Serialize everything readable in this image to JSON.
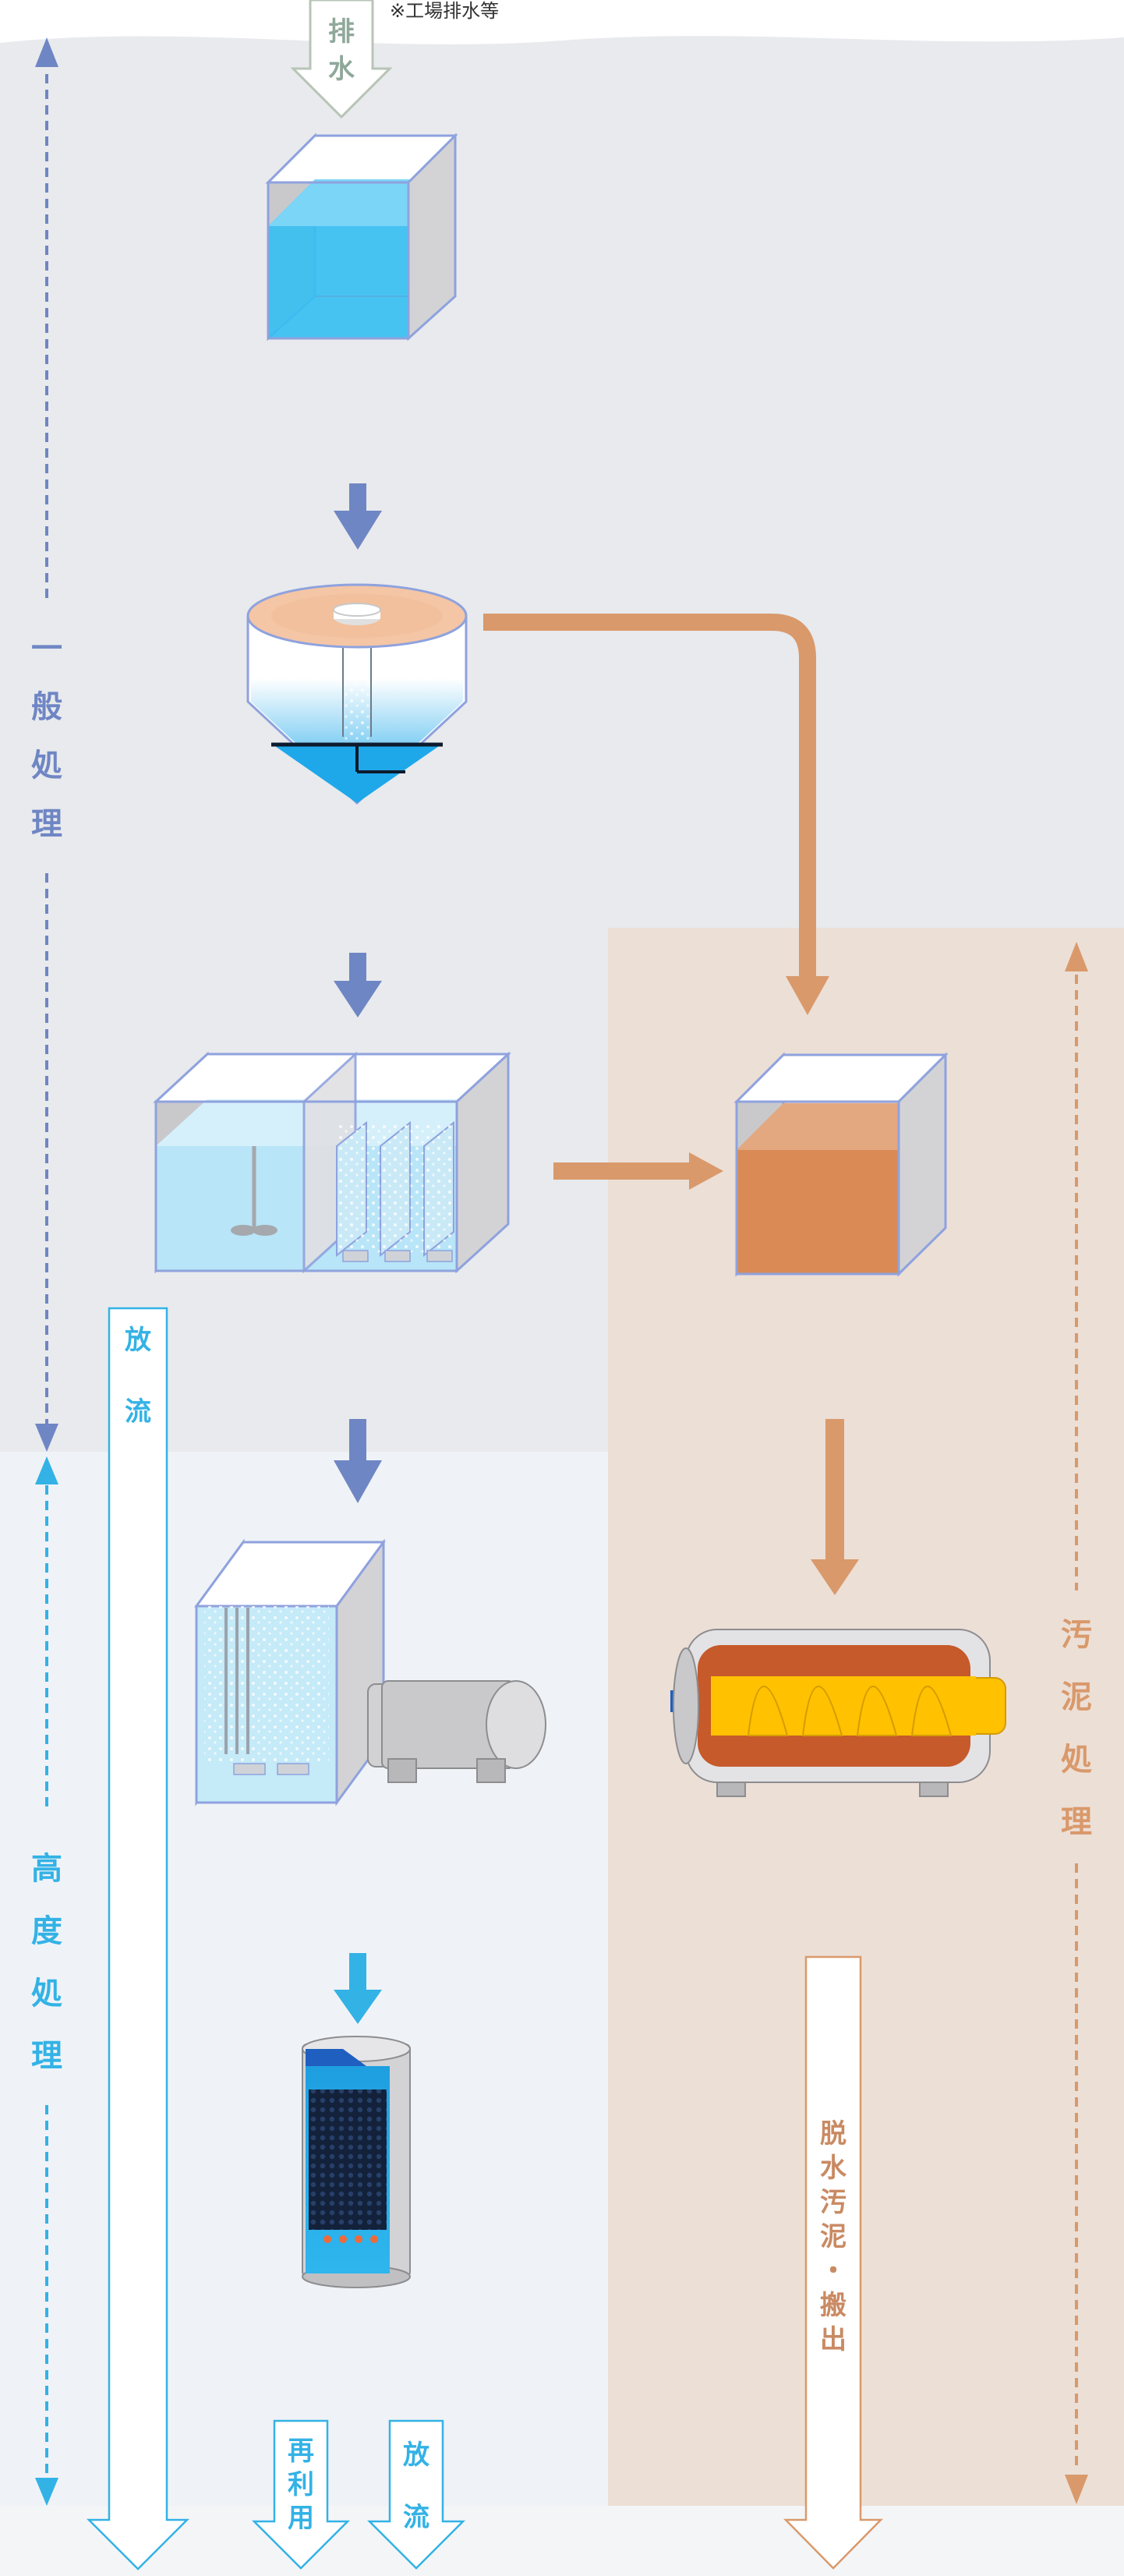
{
  "input": {
    "label_1": "排",
    "label_2": "水"
  },
  "input_note": "※工場排水等",
  "stages": {
    "general": [
      "一",
      "般",
      "処",
      "理"
    ],
    "advanced": [
      "高",
      "度",
      "処",
      "理"
    ],
    "sludge": [
      "汚",
      "泥",
      "処",
      "理"
    ]
  },
  "outlets": {
    "discharge_1": [
      "放",
      "流"
    ],
    "reuse": [
      "再",
      "利",
      "用"
    ],
    "discharge_2": [
      "放",
      "流"
    ],
    "sludge_out": [
      "脱",
      "水",
      "汚",
      "泥",
      "・",
      "搬",
      "出"
    ]
  },
  "colors": {
    "general_bg": "#e8eaed",
    "advanced_bg": "#eff3f7",
    "sludge_bg": "#ecdfd6",
    "general_accent": "#6f86c4",
    "advanced_accent": "#33b2e6",
    "sludge_accent": "#d9996b",
    "water": "#2fb6ee",
    "sludge": "#d98a55"
  },
  "icons": [
    "equalization-tank-icon",
    "clarifier-icon",
    "aeration-tank-icon",
    "sludge-tank-icon",
    "membrane-unit-icon",
    "screw-press-icon",
    "carbon-filter-icon"
  ]
}
